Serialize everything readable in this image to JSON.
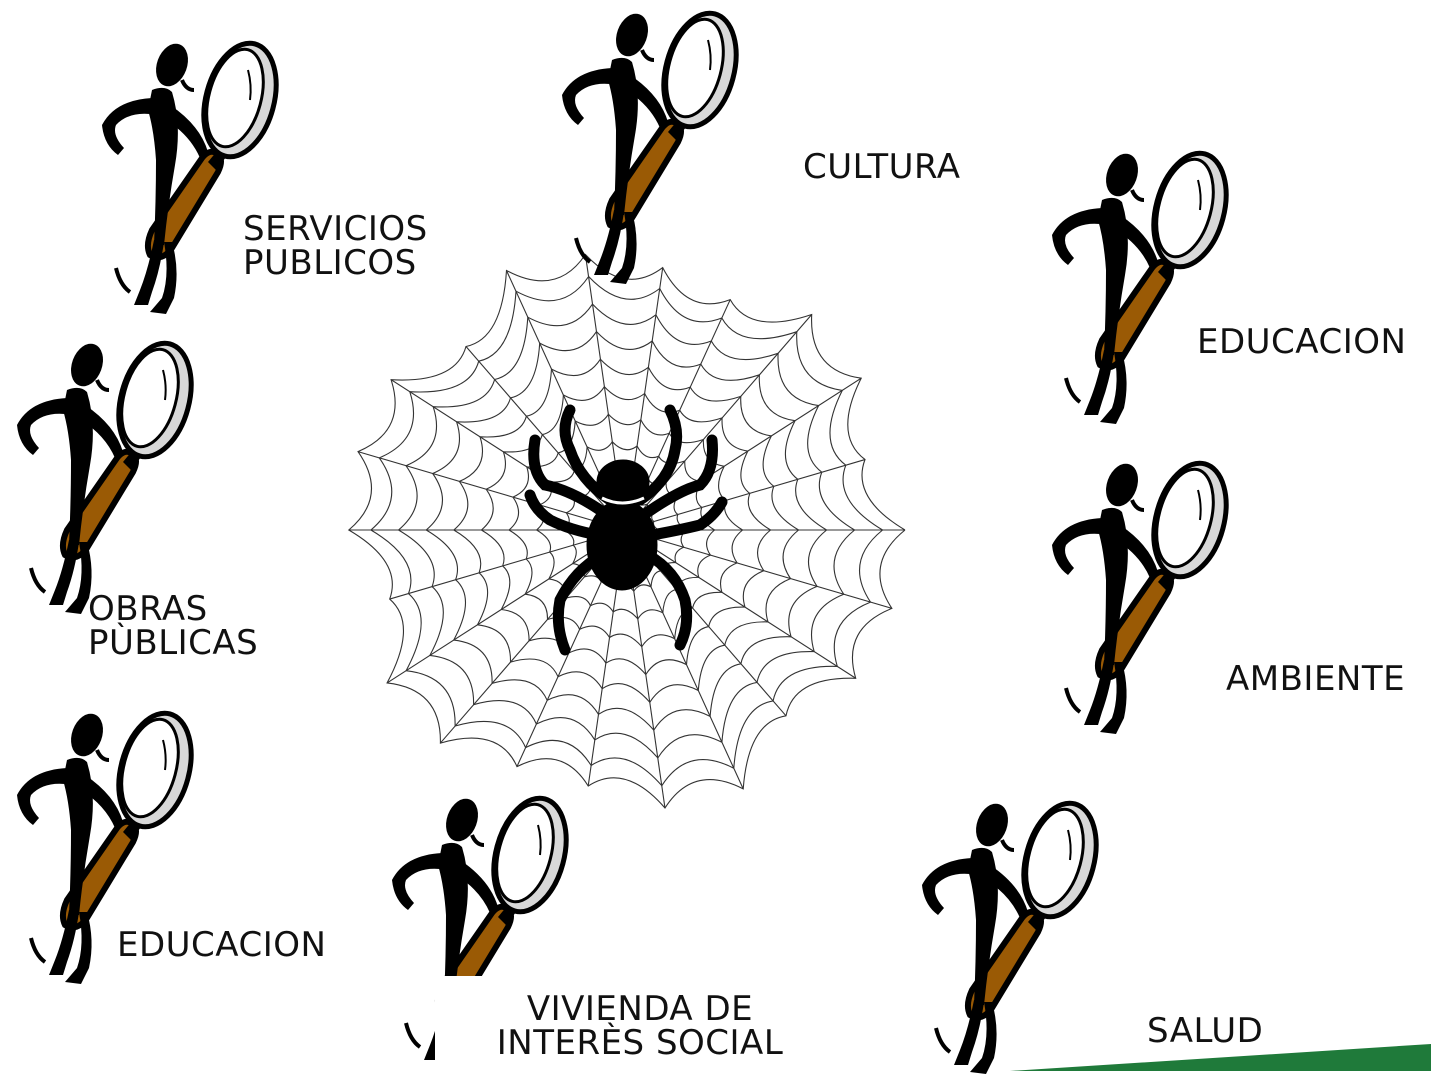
{
  "labels": {
    "cultura": "CULTURA",
    "servicios": "SERVICIOS\nPUBLICOS",
    "educacion_right": "EDUCACION",
    "obras": "OBRAS\nPÙBLICAS",
    "ambiente": "AMBIENTE",
    "educacion_left": "EDUCACION",
    "vivienda": "VIVIENDA DE\nINTERÈS SOCIAL",
    "salud": "SALUD"
  },
  "icons": {
    "figure": "detective-with-magnifying-glass-icon",
    "web": "spider-web",
    "spider": "spider-icon"
  },
  "colors": {
    "handle": "#9a5a05",
    "ink": "#000000",
    "lens_rim": "#d8d8d8",
    "stripe": "#1f7a3a"
  }
}
